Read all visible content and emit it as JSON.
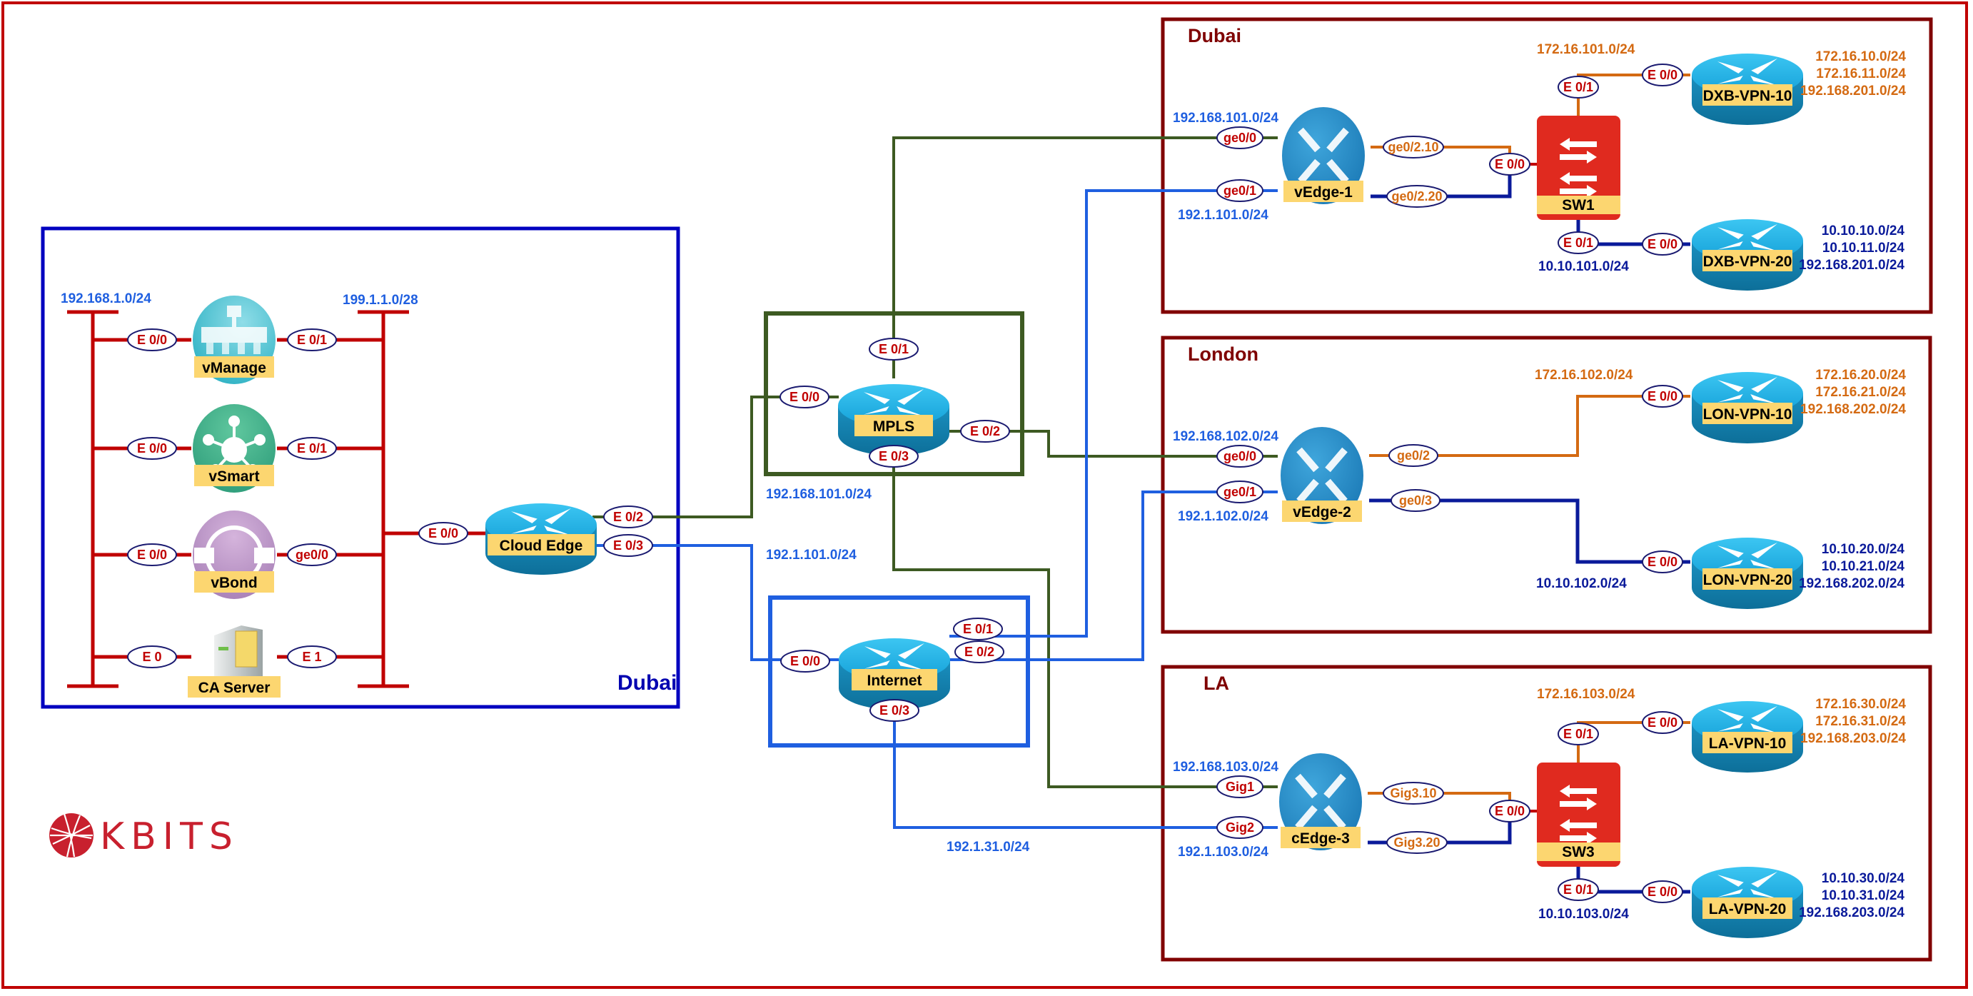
{
  "title": "KBITS SD-WAN Lab Topology",
  "logo": {
    "text": "KBITS",
    "color": "#c8202e"
  },
  "colors": {
    "frame": "#c00000",
    "region_box": "#800000",
    "dc_box": "#0000c0",
    "mpls_link": "#3d5a22",
    "internet_link": "#1f5fe0",
    "vpn10_link": "#d46a12",
    "vpn20_link": "#0a1a9a",
    "lan_bus": "#c00000",
    "device_label_bg": "#fcd670",
    "switch": "#e02a1f",
    "router": "#19a3d8"
  },
  "datacenter": {
    "region_label": "Dubai",
    "subnet_left": "192.168.1.0/24",
    "subnet_right": "199.1.1.0/28",
    "controllers": [
      {
        "name": "vManage",
        "icon": "vmanage-icon",
        "if_left": "E 0/0",
        "if_right": "E 0/1"
      },
      {
        "name": "vSmart",
        "icon": "vsmart-icon",
        "if_left": "E 0/0",
        "if_right": "E 0/1"
      },
      {
        "name": "vBond",
        "icon": "vbond-icon",
        "if_left": "E 0/0",
        "if_right": "ge0/0"
      },
      {
        "name": "CA Server",
        "icon": "server-icon",
        "if_left": "E 0",
        "if_right": "E 1"
      }
    ],
    "cloud_edge": {
      "name": "Cloud Edge",
      "if_in": "E 0/0",
      "if_mpls": "E 0/2",
      "if_inet": "E 0/3"
    }
  },
  "transport": {
    "mpls": {
      "name": "MPLS",
      "if0": "E 0/0",
      "if1": "E 0/1",
      "if2": "E 0/2",
      "if3": "E 0/3",
      "subnet": "192.168.101.0/24"
    },
    "internet": {
      "name": "Internet",
      "if0": "E 0/0",
      "if1": "E 0/1",
      "if2": "E 0/2",
      "if3": "E 0/3",
      "subnet": "192.1.101.0/24"
    },
    "la_internet_subnet": "192.1.31.0/24"
  },
  "sites": [
    {
      "region": "Dubai",
      "edge": {
        "name": "vEdge-1",
        "if_mpls": "ge0/0",
        "if_inet": "ge0/1",
        "if_vpn10": "ge0/2.10",
        "if_vpn20": "ge0/2.20",
        "mpls_subnet": "192.168.101.0/24",
        "inet_subnet": "192.1.101.0/24"
      },
      "switch": {
        "name": "SW1",
        "if_uplink": "E 0/0",
        "if_vpn10": "E 0/1",
        "if_vpn20": "E 0/1"
      },
      "vpn10": {
        "name": "DXB-VPN-10",
        "if": "E 0/0",
        "link_subnet": "172.16.101.0/24",
        "lans": [
          "172.16.10.0/24",
          "172.16.11.0/24",
          "192.168.201.0/24"
        ]
      },
      "vpn20": {
        "name": "DXB-VPN-20",
        "if": "E 0/0",
        "link_subnet": "10.10.101.0/24",
        "lans": [
          "10.10.10.0/24",
          "10.10.11.0/24",
          "192.168.201.0/24"
        ]
      }
    },
    {
      "region": "London",
      "edge": {
        "name": "vEdge-2",
        "if_mpls": "ge0/0",
        "if_inet": "ge0/1",
        "if_vpn10": "ge0/2",
        "if_vpn20": "ge0/3",
        "mpls_subnet": "192.168.102.0/24",
        "inet_subnet": "192.1.102.0/24"
      },
      "vpn10": {
        "name": "LON-VPN-10",
        "if": "E 0/0",
        "link_subnet": "172.16.102.0/24",
        "lans": [
          "172.16.20.0/24",
          "172.16.21.0/24",
          "192.168.202.0/24"
        ]
      },
      "vpn20": {
        "name": "LON-VPN-20",
        "if": "E 0/0",
        "link_subnet": "10.10.102.0/24",
        "lans": [
          "10.10.20.0/24",
          "10.10.21.0/24",
          "192.168.202.0/24"
        ]
      }
    },
    {
      "region": "LA",
      "edge": {
        "name": "cEdge-3",
        "if_mpls": "Gig1",
        "if_inet": "Gig2",
        "if_vpn10": "Gig3.10",
        "if_vpn20": "Gig3.20",
        "mpls_subnet": "192.168.103.0/24",
        "inet_subnet": "192.1.103.0/24"
      },
      "switch": {
        "name": "SW3",
        "if_uplink": "E 0/0",
        "if_vpn10": "E 0/1",
        "if_vpn20": "E 0/1"
      },
      "vpn10": {
        "name": "LA-VPN-10",
        "if": "E 0/0",
        "link_subnet": "172.16.103.0/24",
        "lans": [
          "172.16.30.0/24",
          "172.16.31.0/24",
          "192.168.203.0/24"
        ]
      },
      "vpn20": {
        "name": "LA-VPN-20",
        "if": "E 0/0",
        "link_subnet": "10.10.103.0/24",
        "lans": [
          "10.10.30.0/24",
          "10.10.31.0/24",
          "192.168.203.0/24"
        ]
      }
    }
  ]
}
